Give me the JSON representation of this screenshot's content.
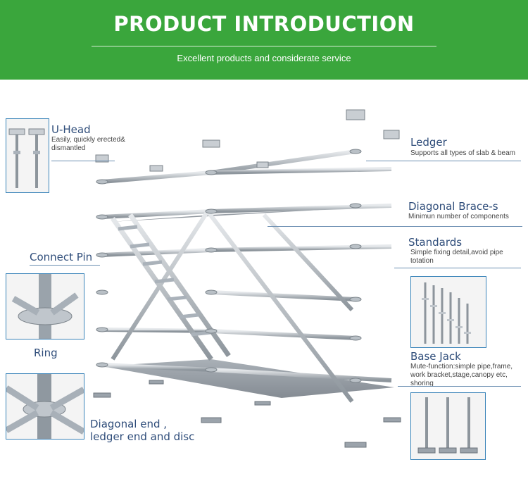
{
  "header": {
    "title": "PRODUCT INTRODUCTION",
    "subtitle": "Excellent products and considerate service",
    "background_color": "#3aa63c"
  },
  "callouts": {
    "u_head": {
      "title": "U-Head",
      "description_line1": "Easily,  quickly erected&",
      "description_line2": "dismantled"
    },
    "ledger": {
      "title": "Ledger",
      "description": "Supports all types of slab & beam"
    },
    "diagonal_brace": {
      "title": "Diagonal Brace-s",
      "description": "Minimun number of components"
    },
    "standards": {
      "title": "Standards",
      "description_line1": "Simple fixing detail,avoid pipe",
      "description_line2": "totation"
    },
    "connect_pin": {
      "title": "Connect Pin"
    },
    "ring": {
      "title": "Ring"
    },
    "base_jack": {
      "title": "Base Jack",
      "description_line1": "Mute-function:simple pipe,frame,",
      "description_line2": "work bracket,stage,canopy etc,",
      "description_line3": "shoring"
    },
    "diagonal_end": {
      "title_line1": "Diagonal end ,",
      "title_line2": "ledger end and disc"
    }
  },
  "colors": {
    "label_text": "#2f4d7a",
    "frame_border": "#3a84b9",
    "steel": "#9aa3ab"
  }
}
